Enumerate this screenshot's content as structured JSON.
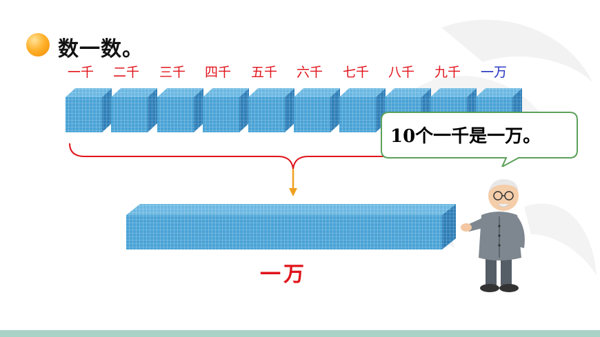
{
  "heading": {
    "title": "数一数。"
  },
  "labels": [
    {
      "text": "一千"
    },
    {
      "text": "二千"
    },
    {
      "text": "三千"
    },
    {
      "text": "四千"
    },
    {
      "text": "五千"
    },
    {
      "text": "六千"
    },
    {
      "text": "七千"
    },
    {
      "text": "八千"
    },
    {
      "text": "九千"
    },
    {
      "text": "一万"
    }
  ],
  "bubble": {
    "text": "10个一千是一万。"
  },
  "result": {
    "text": "一万"
  },
  "colors": {
    "cube_front": "#4aa3d6",
    "cube_side": "#2f7fb8",
    "label_red": "#e0141b",
    "label_blue": "#1f2fbf",
    "footer": "#a9d2c7"
  },
  "icons": {
    "bullet": "orange-circle-icon",
    "character": "grandpa-teacher-figure",
    "arrow": "down-arrow-icon"
  }
}
